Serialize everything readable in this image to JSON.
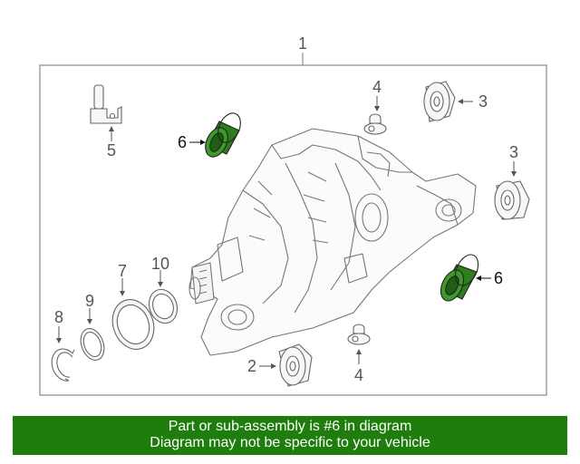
{
  "diagram": {
    "callouts": {
      "assembly": "1",
      "bushing_front_right": "3",
      "bushing_right": "3",
      "bushing_lower": "2",
      "plug_top": "4",
      "plug_bottom": "4",
      "sensor": "5",
      "seal_left": "6",
      "seal_right": "6",
      "seal_7": "7",
      "snap_ring": "8",
      "ring_9": "9",
      "seal_10": "10"
    },
    "colors": {
      "highlight": "#2e7d1e",
      "line": "#666666",
      "banner": "#1e7d0c"
    }
  },
  "banner": {
    "line1": "Part or sub-assembly is #6 in diagram",
    "line2": "Diagram may not be specific to your vehicle"
  }
}
